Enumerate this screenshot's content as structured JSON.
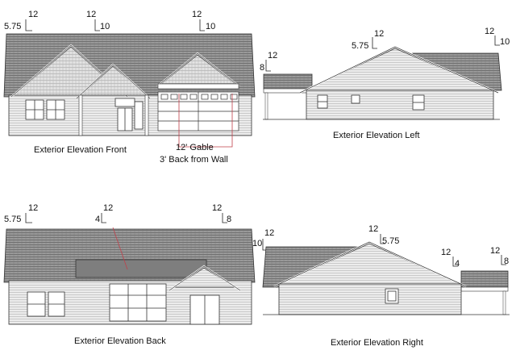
{
  "views": {
    "front": {
      "caption": "Exterior Elevation Front",
      "pitches": [
        "5.75",
        "12",
        "12",
        "10",
        "12",
        "10"
      ],
      "note_line1": "12' Gable",
      "note_line2": "3' Back from Wall"
    },
    "left": {
      "caption": "Exterior Elevation Left",
      "pitches": [
        "12",
        "8",
        "12",
        "5.75",
        "12",
        "10"
      ]
    },
    "back": {
      "caption": "Exterior Elevation Back",
      "pitches": [
        "5.75",
        "12",
        "4",
        "12",
        "12",
        "8"
      ]
    },
    "right": {
      "caption": "Exterior Elevation Right",
      "pitches": [
        "10",
        "12",
        "12",
        "5.75",
        "12",
        "4",
        "12",
        "8"
      ]
    }
  },
  "colors": {
    "shingle": "#8a8a8a",
    "siding": "#d8d8d8",
    "trim": "#ffffff",
    "line": "#333333",
    "annotation": "#c0404a"
  }
}
